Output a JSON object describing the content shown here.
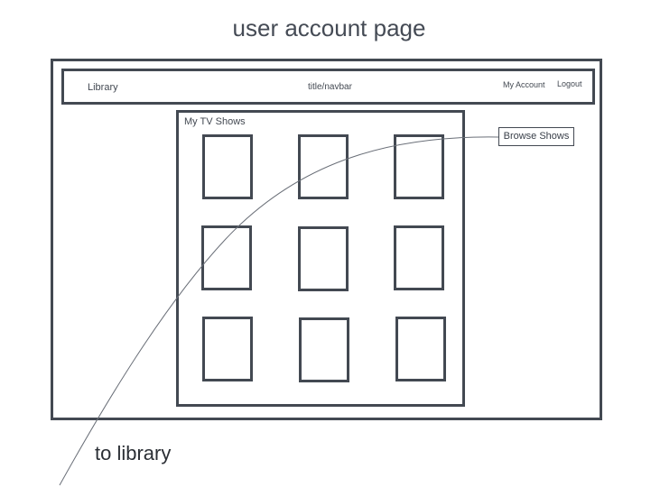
{
  "heading": "user account page",
  "navbar": {
    "library_label": "Library",
    "title": "title/navbar",
    "account_label": "My Account",
    "logout_label": "Logout"
  },
  "shows": {
    "heading": "My TV Shows",
    "tile_count": 9
  },
  "browse_button": "Browse Shows",
  "annotation": "to library",
  "colors": {
    "stroke": "#434952"
  }
}
